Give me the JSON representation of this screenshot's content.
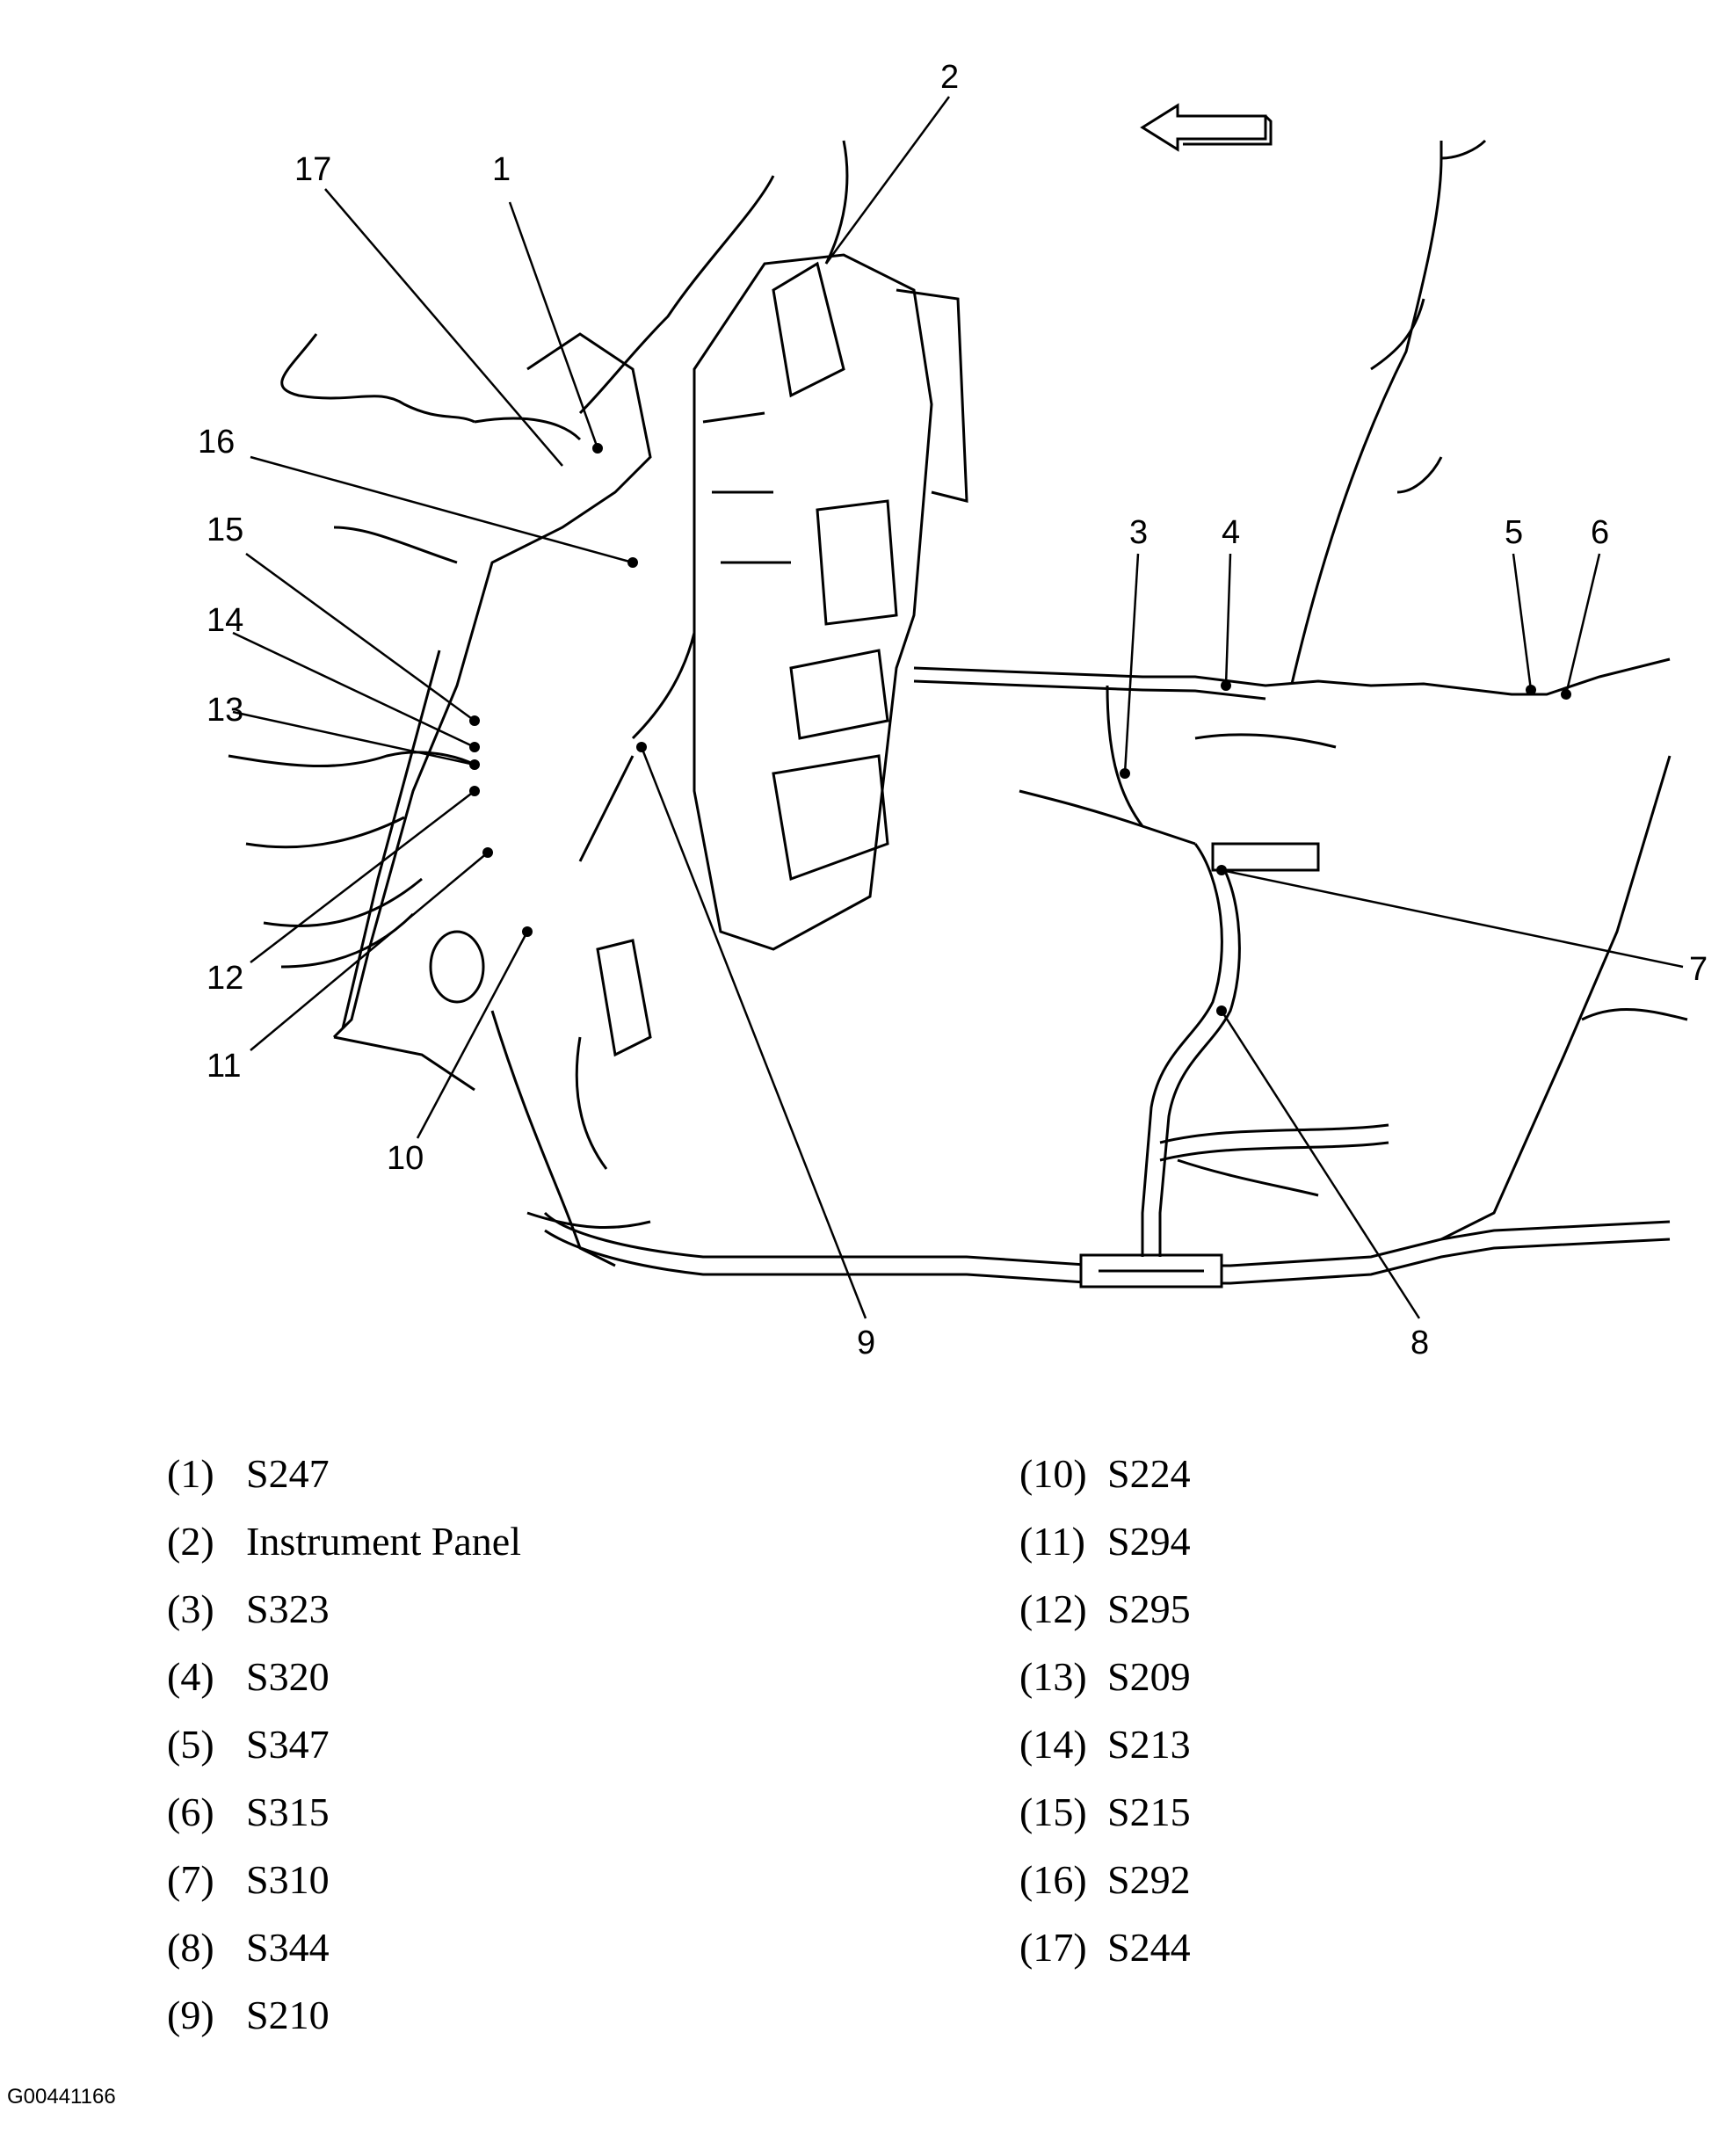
{
  "callouts": [
    "1",
    "2",
    "3",
    "4",
    "5",
    "6",
    "7",
    "8",
    "9",
    "10",
    "11",
    "12",
    "13",
    "14",
    "15",
    "16",
    "17"
  ],
  "legend": {
    "left": [
      {
        "num": "(1)",
        "label": "S247"
      },
      {
        "num": "(2)",
        "label": "Instrument Panel"
      },
      {
        "num": "(3)",
        "label": "S323"
      },
      {
        "num": "(4)",
        "label": "S320"
      },
      {
        "num": "(5)",
        "label": "S347"
      },
      {
        "num": "(6)",
        "label": "S315"
      },
      {
        "num": "(7)",
        "label": "S310"
      },
      {
        "num": "(8)",
        "label": "S344"
      },
      {
        "num": "(9)",
        "label": "S210"
      }
    ],
    "right": [
      {
        "num": "(10)",
        "label": "S224"
      },
      {
        "num": "(11)",
        "label": "S294"
      },
      {
        "num": "(12)",
        "label": "S295"
      },
      {
        "num": "(13)",
        "label": "S209"
      },
      {
        "num": "(14)",
        "label": "S213"
      },
      {
        "num": "(15)",
        "label": "S215"
      },
      {
        "num": "(16)",
        "label": "S292"
      },
      {
        "num": "(17)",
        "label": "S244"
      }
    ]
  },
  "figure_id": "G00441166",
  "icons": {
    "direction": "left-arrow-icon"
  }
}
